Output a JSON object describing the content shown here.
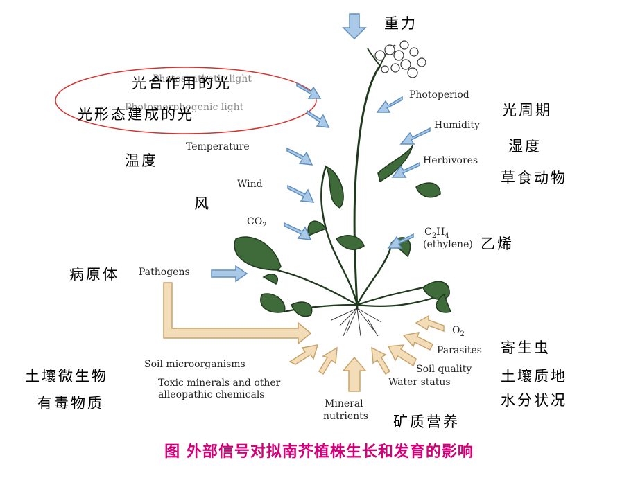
{
  "labels_en": {
    "photosynthetic_light": "Photosynthetic light",
    "photomorphogenic_light": "Photomorphogenic light",
    "temperature": "Temperature",
    "wind": "Wind",
    "co2": "CO",
    "co2_sub": "2",
    "pathogens": "Pathogens",
    "photoperiod": "Photoperiod",
    "humidity": "Humidity",
    "herbivores": "Herbivores",
    "c2h4_c": "C",
    "c2h4_sub1": "2",
    "c2h4_h": "H",
    "c2h4_sub2": "4",
    "ethylene": "(ethylene)",
    "o2": "O",
    "o2_sub": "2",
    "parasites": "Parasites",
    "soil_quality": "Soil quality",
    "water_status": "Water status",
    "soil_microorganisms": "Soil microorganisms",
    "toxic_minerals_1": "Toxic minerals and other",
    "toxic_minerals_2": "alleopathic chemicals",
    "mineral_1": "Mineral",
    "mineral_2": "nutrients"
  },
  "labels_cn": {
    "gravity": "重力",
    "photosynthetic_light": "光合作用的光",
    "photomorphogenic_light": "光形态建成的光",
    "photoperiod": "光周期",
    "humidity": "湿度",
    "temperature": "温度",
    "herbivores": "草食动物",
    "wind": "风",
    "ethylene": "乙烯",
    "pathogens": "病原体",
    "parasites": "寄生虫",
    "soil_microorganisms": "土壤微生物",
    "soil_quality": "土壤质地",
    "toxic": "有毒物质",
    "water_status": "水分状况",
    "mineral_nutrients": "矿质营养"
  },
  "caption": "图   外部信号对拟南芥植株生长和发育的影响",
  "colors": {
    "blue_arrow": "#a9c9e6",
    "blue_arrow_stroke": "#5f8fbf",
    "tan_arrow": "#f2ddb8",
    "tan_arrow_stroke": "#c9a36a",
    "ellipse": "#d9302c",
    "caption": "#d4007a",
    "leaf_fill": "#3f6b3a",
    "leaf_stroke": "#1f3a1d"
  },
  "icons": [
    "blue-arrow-icon",
    "tan-arrow-icon",
    "plant-illustration",
    "highlight-ellipse"
  ]
}
